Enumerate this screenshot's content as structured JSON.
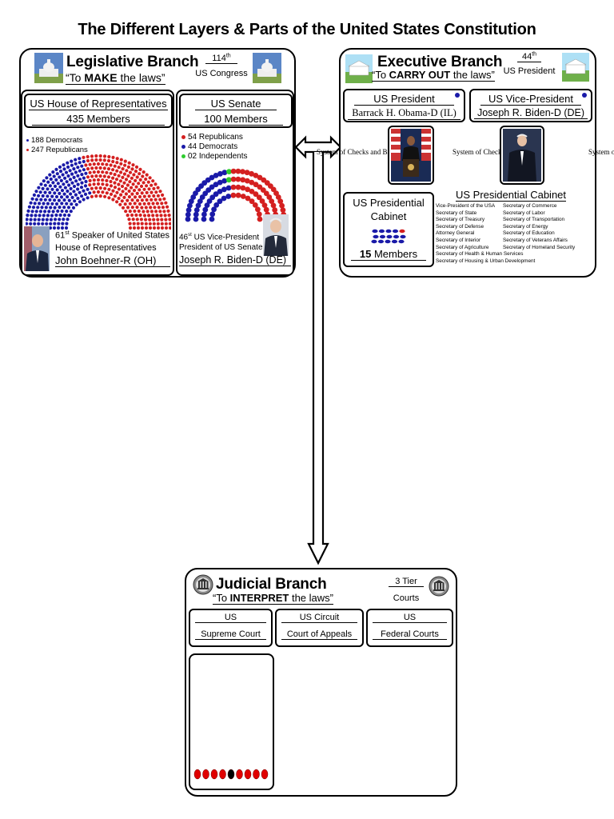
{
  "page_title": "The Different Layers & Parts of the United States Constitution",
  "legislative": {
    "title": "Legislative Branch",
    "motto_pre": "“To ",
    "motto_bold": "MAKE",
    "motto_post": " the laws”",
    "congress_num": "114",
    "congress_sup": "th",
    "congress_label": "US Congress",
    "house": {
      "title": "US House of Representatives",
      "members": "435 Members",
      "democrats": 188,
      "republicans": 247,
      "legend": [
        "188 Democrats",
        "247 Republicans"
      ],
      "speaker_num": "61",
      "speaker_sup": "st",
      "speaker_line1": " Speaker of United States",
      "speaker_line2": "House of Representatives",
      "speaker_name": "John Boehner-R (OH)"
    },
    "senate": {
      "title": "US Senate",
      "members": "100 Members",
      "republicans": 54,
      "democrats": 44,
      "independents": 2,
      "legend": [
        "54 Republicans",
        "44 Democrats",
        "02 Independents"
      ],
      "vp_num": "46",
      "vp_sup": "st",
      "vp_line1": " US Vice-President",
      "vp_line2": "President of US Senate",
      "vp_name": "Joseph R. Biden-D (DE)"
    }
  },
  "executive": {
    "title": "Executive Branch",
    "motto_pre": "“To ",
    "motto_bold": "CARRY OUT",
    "motto_post": " the laws”",
    "president_num": "44",
    "president_sup": "th",
    "president_label": "US President",
    "president_title": "US President",
    "president_name": "Barrack H. Obama-D (IL)",
    "vp_title": "US Vice-President",
    "vp_name": "Joseph R. Biden-D (DE)",
    "checks_text": [
      "System of Checks and Balances",
      "System of Checks and Balances",
      "System o"
    ],
    "cabinet_box_line1": "US Presidential",
    "cabinet_box_line2": "Cabinet",
    "cabinet_members_num": "15",
    "cabinet_members_label": " Members",
    "cabinet_title": "US Presidential Cabinet",
    "cabinet_col1": [
      "Vice-President  of the USA",
      "Secretary of State",
      "Secretary of Treasury",
      "Secretary of Defense",
      "Attorney General",
      "Secretary of Interior",
      "Secretary of Agriculture",
      "Secretary of Health & Human Services",
      "Secretary of Housing & Urban Development"
    ],
    "cabinet_col2": [
      "Secretary of Commerce",
      "Secretary of Labor",
      "Secretary of Transportation",
      "Secretary of Energy",
      "Secretary of Education",
      "Secretary of Veterans Affairs",
      "Secretary of Homeland Security"
    ]
  },
  "judicial": {
    "title": "Judicial Branch",
    "motto_pre": "“To ",
    "motto_bold": "INTERPRET",
    "motto_post": " the laws”",
    "tier_label": "3 Tier",
    "courts_label": "Courts",
    "courts": [
      {
        "top": "US",
        "bottom": "Supreme Court"
      },
      {
        "top": "US Circuit",
        "bottom": "Court of Appeals"
      },
      {
        "top": "US",
        "bottom": "Federal Courts"
      }
    ],
    "justice_seats": 9
  },
  "colors": {
    "democrat": "#1a1aa8",
    "republican": "#d42020",
    "independent": "#2ecc2e",
    "justice": "#e00000"
  }
}
